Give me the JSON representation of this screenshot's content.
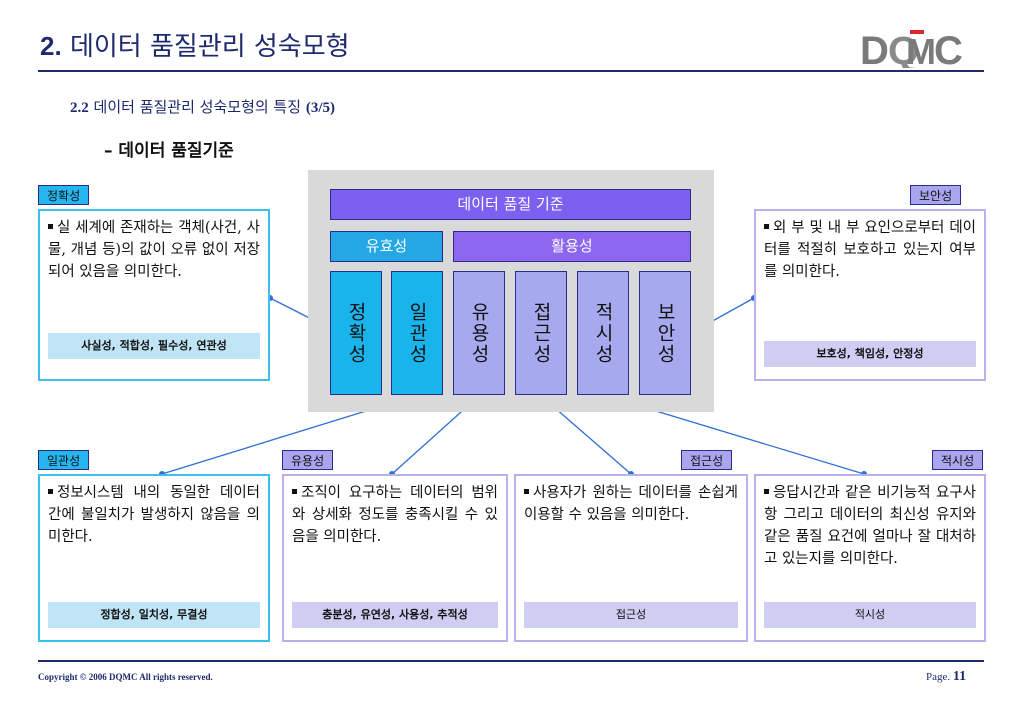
{
  "header": {
    "title_num": "2.",
    "title_text": "데이터 품질관리 성숙모형",
    "logo": "DQMC",
    "subtitle_num": "2.2",
    "subtitle_text": "데이터 품질관리 성숙모형의 특징",
    "subtitle_page": "(3/5)",
    "section": "– 데이터 품질기준"
  },
  "diagram": {
    "main_label": "데이터 품질 기준",
    "group_validity": "유효성",
    "group_usability": "활용성",
    "columns": [
      "정확성",
      "일관성",
      "유용성",
      "접근성",
      "적시성",
      "보안성"
    ]
  },
  "boxes": {
    "accuracy": {
      "tag": "정확성",
      "text": "실 세계에 존재하는 객체(사건, 사물, 개념 등)의 값이 오류 없이 저장되어 있음을 의미한다.",
      "keys": "사실성, 적합성, 필수성, 연관성"
    },
    "security": {
      "tag": "보안성",
      "text": "외 부 및 내 부 요인으로부터 데이터를 적절히 보호하고 있는지 여부를 의미한다.",
      "keys": "보호성, 책임성, 안정성"
    },
    "consistency": {
      "tag": "일관성",
      "text": "정보시스템 내의 동일한 데이터 간에 불일치가 발생하지 않음을 의미한다.",
      "keys": "정합성, 일치성, 무결성"
    },
    "usefulness": {
      "tag": "유용성",
      "text": "조직이 요구하는 데이터의 범위와 상세화 정도를 충족시킬 수 있음을 의미한다.",
      "keys": "충분성, 유연성, 사용성, 추적성"
    },
    "accessibility": {
      "tag": "접근성",
      "text": "사용자가 원하는 데이터를 손쉽게 이용할 수 있음을 의미한다.",
      "keys": "접근성"
    },
    "timeliness": {
      "tag": "적시성",
      "text": "응답시간과 같은 비기능적 요구사항 그리고 데이터의 최신성 유지와 같은 품질 요건에 얼마나 잘 대처하고 있는지를 의미한다.",
      "keys": "적시성"
    }
  },
  "colors": {
    "navy": "#1e2a6e",
    "cyan": "#1ab4ec",
    "lavender": "#a7a9ef",
    "purple": "#7b61f0",
    "connector": "#2f6fd6"
  },
  "footer": {
    "copyright": "Copyright © 2006 DQMC All rights reserved.",
    "page_label": "Page.",
    "page_num": "11"
  }
}
